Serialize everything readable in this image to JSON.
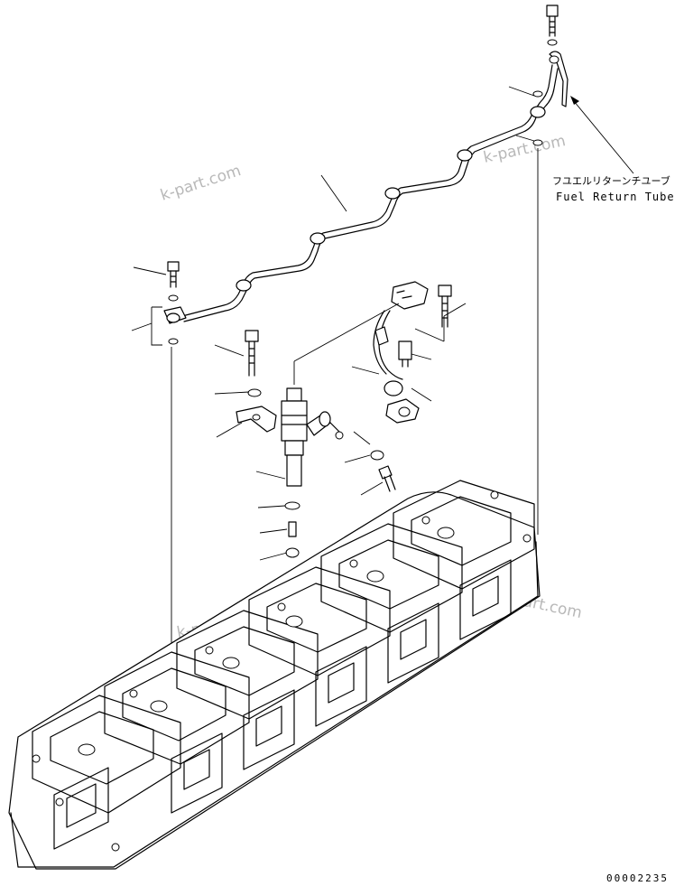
{
  "callout": {
    "label_jp": "フユエルリターンチユーブ",
    "label_en": "Fuel Return Tube"
  },
  "watermarks": [
    "k-part.com",
    "k-part.com",
    "k-part.com",
    "k-part.com"
  ],
  "drawing_number": "00002235"
}
